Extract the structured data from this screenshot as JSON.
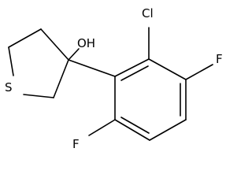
{
  "molecule": {
    "atom_labels": {
      "hydroxyl": "OH",
      "chlorine": "Cl",
      "fluorine_top": "F",
      "fluorine_bottom": "F",
      "sulfur": "S"
    },
    "colors": {
      "background": "#ffffff",
      "ink": "#000000"
    }
  }
}
